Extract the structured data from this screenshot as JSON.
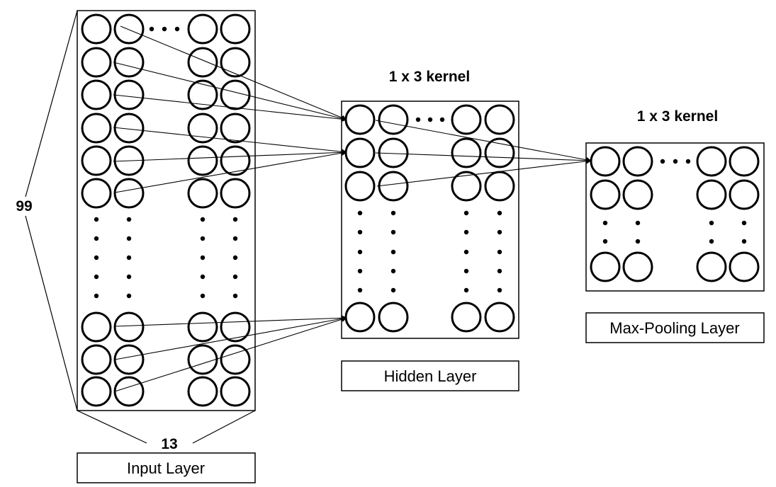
{
  "input_layer": {
    "label": "Input Layer",
    "rows_label": "99",
    "cols_label": "13"
  },
  "hidden_layer": {
    "label": "Hidden Layer",
    "kernel_label": "1 x 3 kernel"
  },
  "pool_layer": {
    "label": "Max-Pooling Layer",
    "kernel_label": "1 x 3 kernel"
  }
}
